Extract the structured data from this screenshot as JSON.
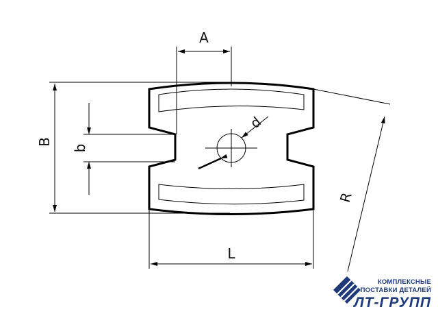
{
  "labels": {
    "A": "A",
    "B": "B",
    "L": "L",
    "R": "R",
    "b": "b",
    "d": "d"
  },
  "logo": {
    "line1": "КОМПЛЕКСНЫЕ",
    "line2": "ПОСТАВКИ ДЕТАЛЕЙ",
    "brand": "ЛТ-ГРУПП",
    "icon": "diamond-stripes-icon",
    "color": "#1f3a7a"
  }
}
